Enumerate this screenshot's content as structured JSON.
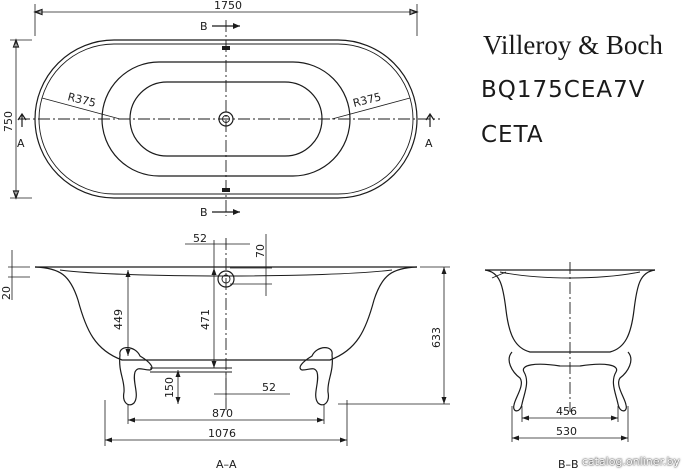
{
  "brand": {
    "name": "Villeroy & Boch",
    "model_code": "BQ175CEA7V",
    "series": "CETA"
  },
  "dimensions": {
    "length": "1750",
    "width": "750",
    "radius_left": "R375",
    "radius_right": "R375",
    "drain_offset_x": "52",
    "drain_offset_y": "70",
    "rim_height": "20",
    "inner_depth": "449",
    "drain_height": "471",
    "total_height": "633",
    "foot_height": "150",
    "foot_offset": "52",
    "foot_span": "870",
    "base_length": "1076",
    "end_foot_span": "456",
    "end_base_width": "530"
  },
  "section_marks": {
    "top_b": "B",
    "bottom_b": "B",
    "left_a": "A",
    "right_a": "A",
    "view_aa": "A–A",
    "view_bb": "B–B"
  },
  "watermark": "catalog.onliner.by"
}
